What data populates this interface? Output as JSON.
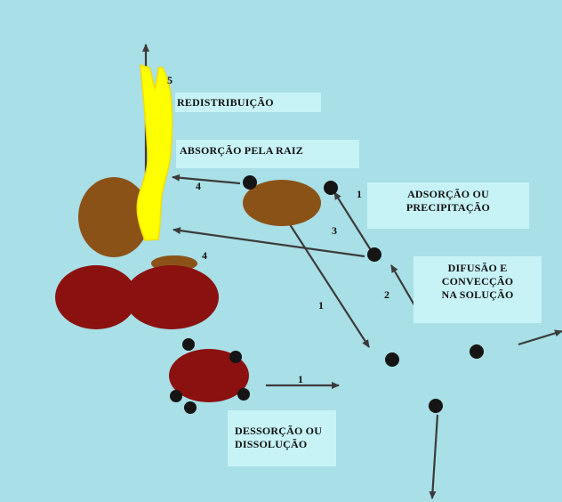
{
  "colors": {
    "background": "#a9dfe6",
    "label_box": "#c7f3f7",
    "soil_particle_brown": "#8b5218",
    "soil_particle_red": "#8b1111",
    "root": "#ffff00",
    "ion": "#151515",
    "arrow": "#3b3b3b"
  },
  "labels": {
    "redistribution": "REDISTRIBUIÇÃO",
    "root_absorption": "ABSORÇÃO PELA RAIZ",
    "adsorption": "ADSORÇÃO OU\nPRECIPITAÇÃO",
    "diffusion": "DIFUSÃO E\nCONVECÇÃO\nNA   SOLUÇÃO",
    "desorption": "DESSORÇÃO OU\nDISSOLUÇÃO"
  },
  "process_numbers": {
    "n5": "5",
    "n4_upper": "4",
    "n4_lower": "4",
    "n1_adsorption": "1",
    "n3": "3",
    "n2": "2",
    "n1_diagonal": "1",
    "n1_desorption": "1"
  },
  "icons": {
    "particle": "brown-soil-particle",
    "aggregate": "red-soil-aggregate",
    "ion": "black-dot-ion",
    "root": "yellow-root"
  }
}
